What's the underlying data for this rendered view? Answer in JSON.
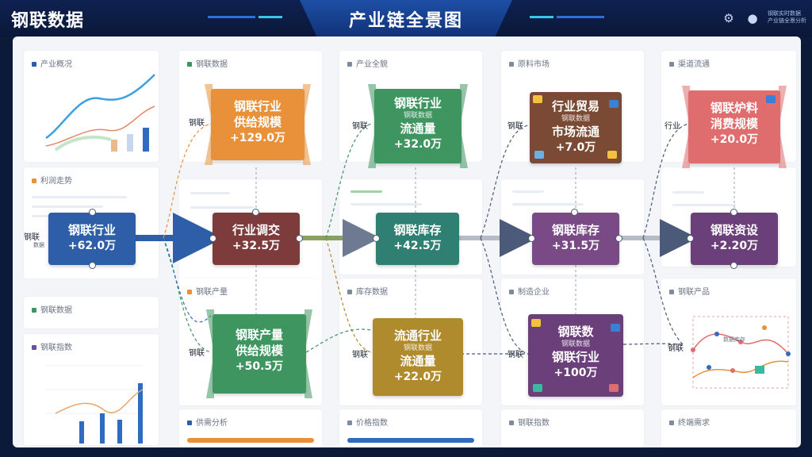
{
  "header": {
    "brand": "钢联数据",
    "title": "产业链全景图",
    "info_line1": "钢联实时数据",
    "info_line2": "产业链全景分析",
    "icons": [
      "gear-icon",
      "user-icon"
    ]
  },
  "panels": {
    "col1_top": "产业概况",
    "col1_mid": "利润走势",
    "col1_low": "钢联数据",
    "col1_bottom": "钢联指数",
    "col2_top": "钢联数据",
    "col2_mid": "钢联产量",
    "col2_bottom": "供需分析",
    "col3_top": "产业全貌",
    "col3_mid": "库存数据",
    "col3_bottom": "价格指数",
    "col4_top": "原料市场",
    "col4_mid": "制造企业",
    "col4_bottom": "钢联指数",
    "col5_top": "渠道流通",
    "col5_mid": "钢联产品",
    "col5_bottom": "终端需求"
  },
  "nodes": {
    "n1": {
      "l1": "钢联行业",
      "val": "+62.0万"
    },
    "n2": {
      "l1": "钢联行业",
      "l3": "供给规模",
      "val": "+129.0万"
    },
    "n3": {
      "l1": "行业调交",
      "val": "+32.5万"
    },
    "n4": {
      "l1": "钢联行业",
      "l2": "钢联数据",
      "l3": "流通量",
      "val": "+32.0万"
    },
    "n5": {
      "l1": "钢联库存",
      "val": "+42.5万"
    },
    "n6": {
      "l1": "行业贸易",
      "l2": "钢联数据",
      "l3": "市场流通",
      "val": "+7.0万"
    },
    "n7": {
      "l1": "钢联库存",
      "val": "+31.5万"
    },
    "n8": {
      "l1": "钢联炉料",
      "l3": "消费规模",
      "val": "+20.0万"
    },
    "n9": {
      "l1": "钢联资设",
      "val": "+2.20万"
    },
    "n10": {
      "l1": "钢联产量",
      "l3": "供给规模",
      "val": "+50.5万"
    },
    "n11": {
      "l1": "流通行业",
      "l2": "钢联数据",
      "l3": "流通量",
      "val": "+22.0万"
    },
    "n12": {
      "l1": "钢联数",
      "l2": "钢联数据",
      "l3": "钢联行业",
      "val": "+100万"
    }
  },
  "sides": {
    "s1": "钢联",
    "s1sub": "数据",
    "s2": "钢联",
    "s3": "钢联",
    "s4": "钢联",
    "s5": "行业",
    "s6": "钢联",
    "s7": "钢联",
    "s8": "钢联",
    "s9": "钢联"
  },
  "mini": {
    "legend": "数据库存"
  },
  "colors": {
    "blue": "#2f5ea8",
    "orange": "#e8913a",
    "maroon": "#7d3b3b",
    "green": "#3f9560",
    "teal": "#2f7f72",
    "brown": "#7a4a34",
    "purple": "#7a4a86",
    "pink": "#e06d6d",
    "violet": "#6a3f7a",
    "olive": "#b08b2e"
  }
}
